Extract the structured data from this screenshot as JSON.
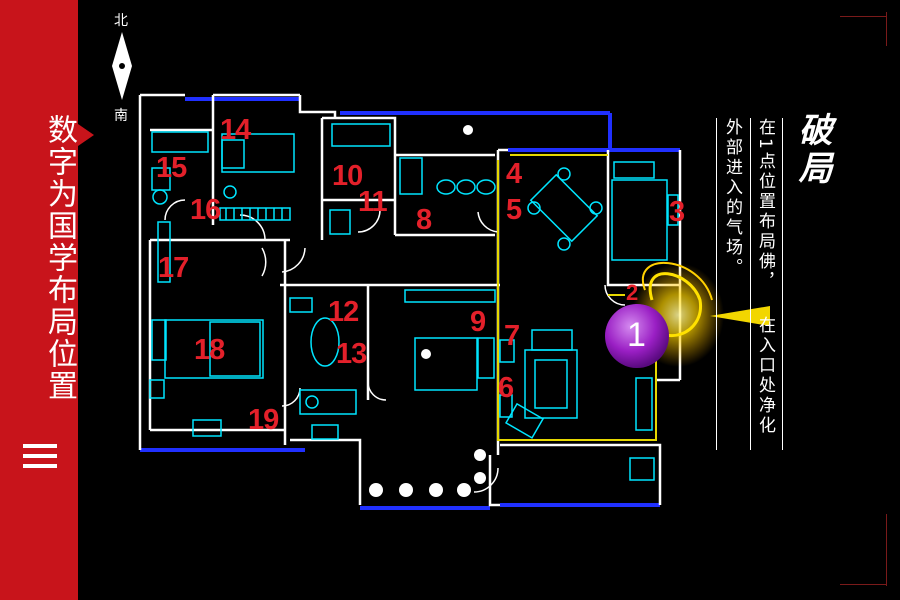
{
  "sidebar": {
    "title": "数字为国学布局位置"
  },
  "compass": {
    "north": "北",
    "south": "南"
  },
  "plan": {
    "room_numbers": [
      "1",
      "2",
      "3",
      "4",
      "5",
      "6",
      "7",
      "8",
      "9",
      "10",
      "11",
      "12",
      "13",
      "14",
      "15",
      "16",
      "17",
      "18",
      "19"
    ],
    "spot_label": "1"
  },
  "panel": {
    "heading": "破局",
    "column1": "在1点位置布局佛，",
    "column2": "在入口处净化",
    "column3": "外部进入的气场。"
  },
  "colors": {
    "accent": "#c8141b",
    "wall": "#ffffff",
    "furniture": "#00e5ff",
    "numbers": "#e3202a",
    "glow": "#ffe100",
    "zone": "#e6d800",
    "orb": "#a020c8"
  }
}
